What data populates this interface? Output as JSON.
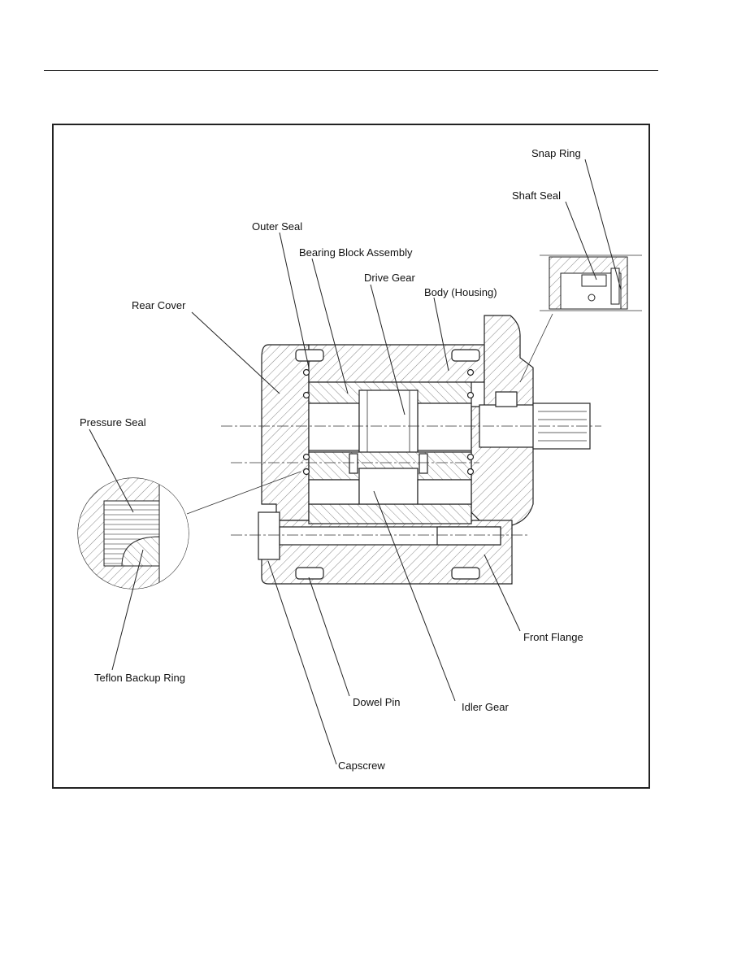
{
  "labels": {
    "snap_ring": "Snap Ring",
    "shaft_seal": "Shaft Seal",
    "outer_seal": "Outer Seal",
    "bearing_block_assembly": "Bearing Block Assembly",
    "drive_gear": "Drive Gear",
    "body_housing": "Body (Housing)",
    "rear_cover": "Rear Cover",
    "pressure_seal": "Pressure Seal",
    "front_flange": "Front Flange",
    "teflon_backup_ring": "Teflon Backup Ring",
    "dowel_pin": "Dowel Pin",
    "idler_gear": "Idler Gear",
    "capscrew": "Capscrew"
  }
}
